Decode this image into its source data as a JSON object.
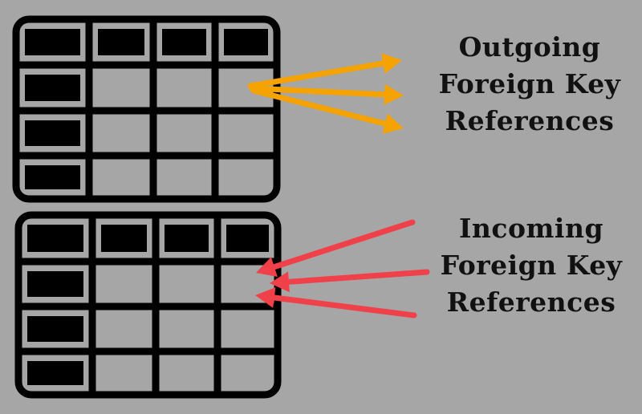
{
  "labels": {
    "outgoing": {
      "line1": "Outgoing",
      "line2": "Foreign Key",
      "line3": "References"
    },
    "incoming": {
      "line1": "Incoming",
      "line2": "Foreign Key",
      "line3": "References"
    }
  },
  "colors": {
    "background": "#a6a6a6",
    "outline": "#000000",
    "header_fill": "#a6a6a6",
    "outgoing_arrow": "#f5a300",
    "incoming_arrow": "#f0404a"
  },
  "tables": {
    "rows": 4,
    "columns": 4
  },
  "arrows": {
    "outgoing_count": 3,
    "incoming_count": 3
  }
}
